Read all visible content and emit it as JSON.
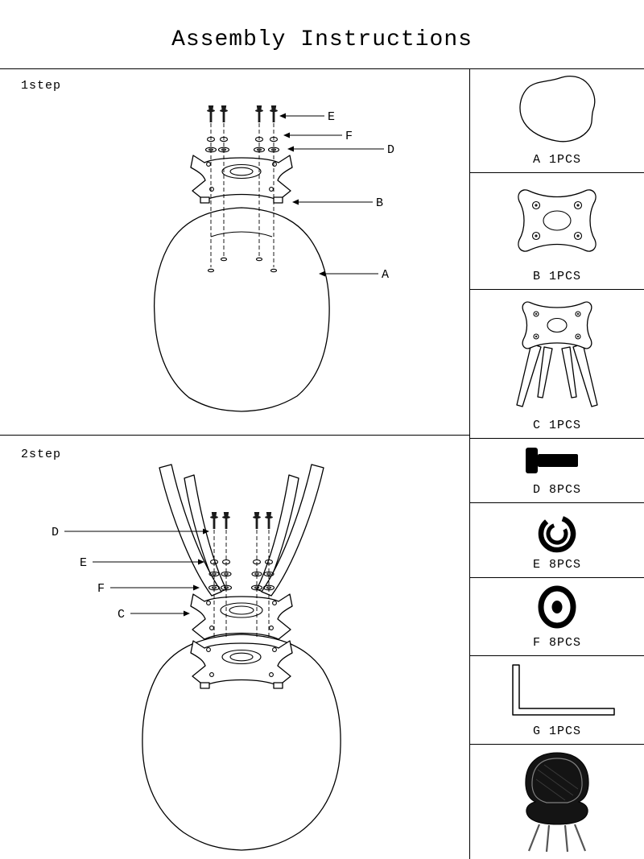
{
  "title": "Assembly Instructions",
  "colors": {
    "line": "#000000",
    "seat_fill": "#141414"
  },
  "step1": {
    "label": "1step",
    "callouts": {
      "e": "E",
      "f": "F",
      "d": "D",
      "b": "B",
      "a": "A"
    }
  },
  "step2": {
    "label": "2step",
    "callouts": {
      "d": "D",
      "e": "E",
      "f": "F",
      "c": "C"
    }
  },
  "parts": [
    {
      "id": "A",
      "label": "A 1PCS",
      "icon": "seat-shell-icon"
    },
    {
      "id": "B",
      "label": "B 1PCS",
      "icon": "mount-bracket-icon"
    },
    {
      "id": "C",
      "label": "C 1PCS",
      "icon": "leg-frame-icon"
    },
    {
      "id": "D",
      "label": "D 8PCS",
      "icon": "screw-icon"
    },
    {
      "id": "E",
      "label": "E 8PCS",
      "icon": "spring-washer-icon"
    },
    {
      "id": "F",
      "label": "F 8PCS",
      "icon": "flat-washer-icon"
    },
    {
      "id": "G",
      "label": "G 1PCS",
      "icon": "allen-key-icon"
    },
    {
      "id": "assembled",
      "label": "",
      "icon": "assembled-chair-icon"
    }
  ]
}
